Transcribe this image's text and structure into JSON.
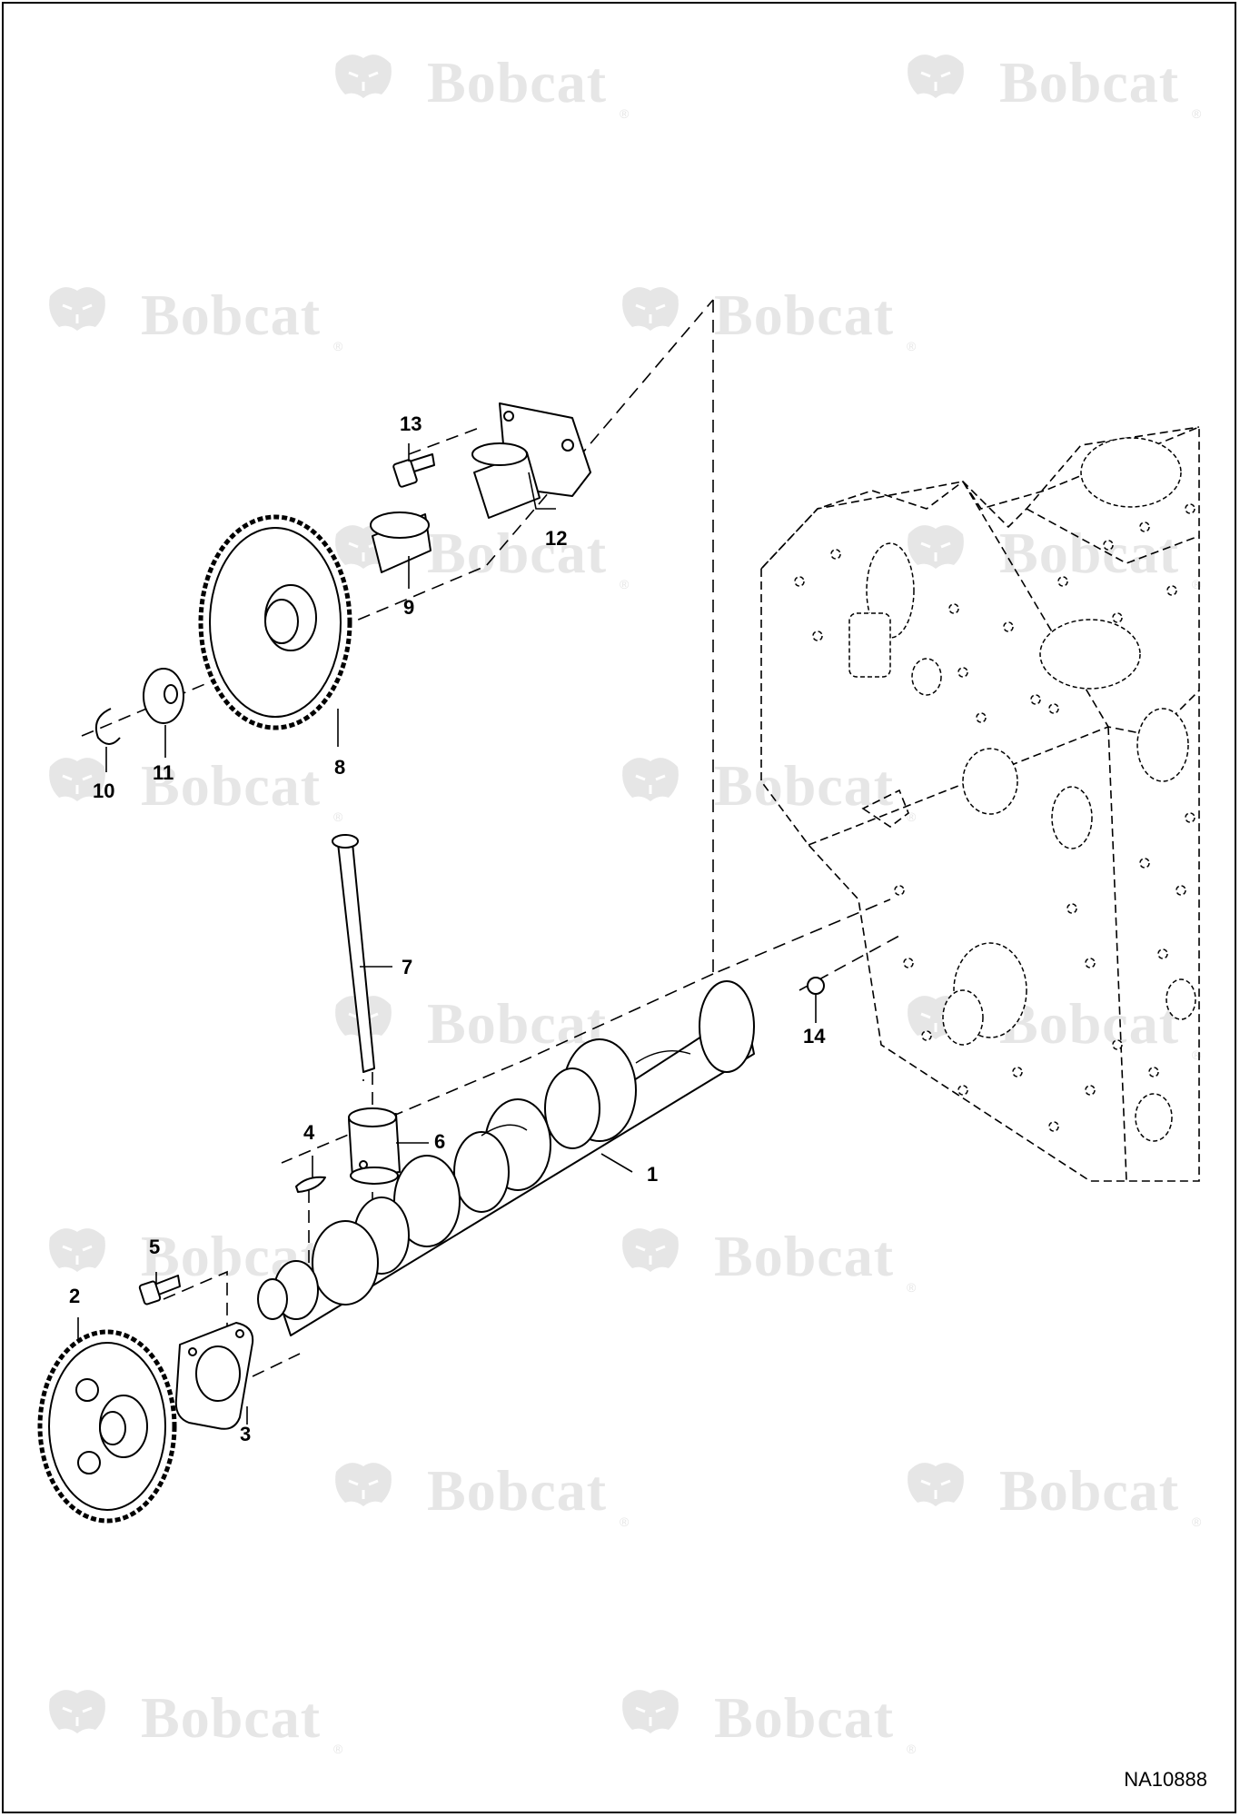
{
  "watermark": {
    "text": "Bobcat",
    "mark": "®"
  },
  "callouts": [
    {
      "id": "c1",
      "label": "1"
    },
    {
      "id": "c2",
      "label": "2"
    },
    {
      "id": "c3",
      "label": "3"
    },
    {
      "id": "c4",
      "label": "4"
    },
    {
      "id": "c5",
      "label": "5"
    },
    {
      "id": "c6",
      "label": "6"
    },
    {
      "id": "c7",
      "label": "7"
    },
    {
      "id": "c8",
      "label": "8"
    },
    {
      "id": "c9",
      "label": "9"
    },
    {
      "id": "c10",
      "label": "10"
    },
    {
      "id": "c11",
      "label": "11"
    },
    {
      "id": "c12",
      "label": "12"
    },
    {
      "id": "c13",
      "label": "13"
    },
    {
      "id": "c14",
      "label": "14"
    }
  ],
  "reference_code": "NA10888"
}
